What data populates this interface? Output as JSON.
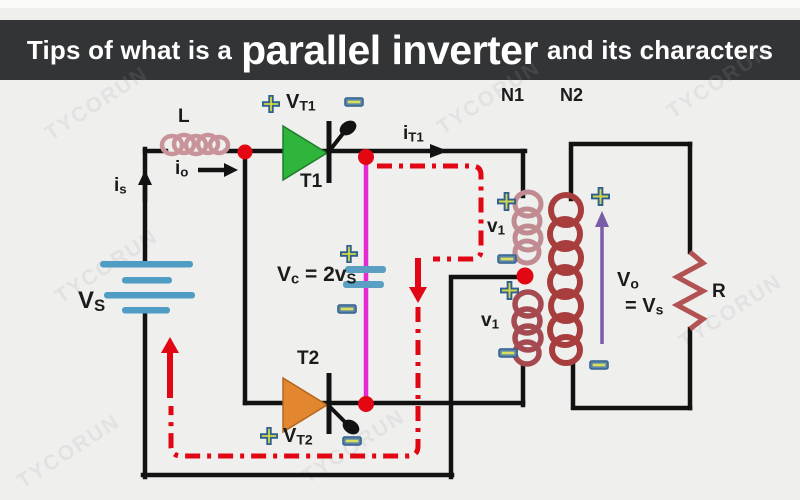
{
  "header": {
    "prefix": "Tips of what is a",
    "highlight": "parallel inverter",
    "suffix": "and its characters"
  },
  "watermark_text": "TYCORUN",
  "colors": {
    "header_bg": "#333436",
    "wire": "#121212",
    "thyristor_t1_fill": "#2fb53c",
    "thyristor_t2_fill": "#e2872f",
    "capacitor_wire": "#e52ad4",
    "battery_plate": "#4f9dc4",
    "inductor_coil": "#c9939a",
    "primary_upper_coil": "#c08c92",
    "primary_lower_coil": "#a54a50",
    "secondary_coil": "#a83d3d",
    "resistor": "#b25252",
    "current_path_red": "#e00613",
    "junction_dot": "#e30613",
    "output_arrow_purple": "#7a5ca8",
    "polarity_glyph": "#cfd84a",
    "polarity_frame": "#2f5f8f"
  },
  "labels": {
    "inductor": "L",
    "source_current": {
      "main": "i",
      "sub": "s"
    },
    "input_current": {
      "main": "i",
      "sub": "o"
    },
    "thyristor_current": {
      "main": "i",
      "sub": "T1"
    },
    "thyristor1": "T1",
    "thyristor2": "T2",
    "thyristor1_voltage": {
      "main": "V",
      "sub": "T1"
    },
    "thyristor2_voltage": {
      "main": "V",
      "sub": "T2"
    },
    "capacitor_voltage": {
      "main": "V",
      "sub": "c",
      "eq": " = 2v",
      "eq_sub": "S"
    },
    "primary_turns": "N1",
    "secondary_turns": "N2",
    "winding_upper": {
      "main": "v",
      "sub": "1"
    },
    "winding_lower": {
      "main": "v",
      "sub": "1"
    },
    "source_voltage": {
      "main": "V",
      "sub": "S"
    },
    "output_voltage": {
      "main": "V",
      "sub": "o"
    },
    "output_voltage_eq": {
      "main": "= V",
      "sub": "s"
    },
    "load": "R"
  }
}
